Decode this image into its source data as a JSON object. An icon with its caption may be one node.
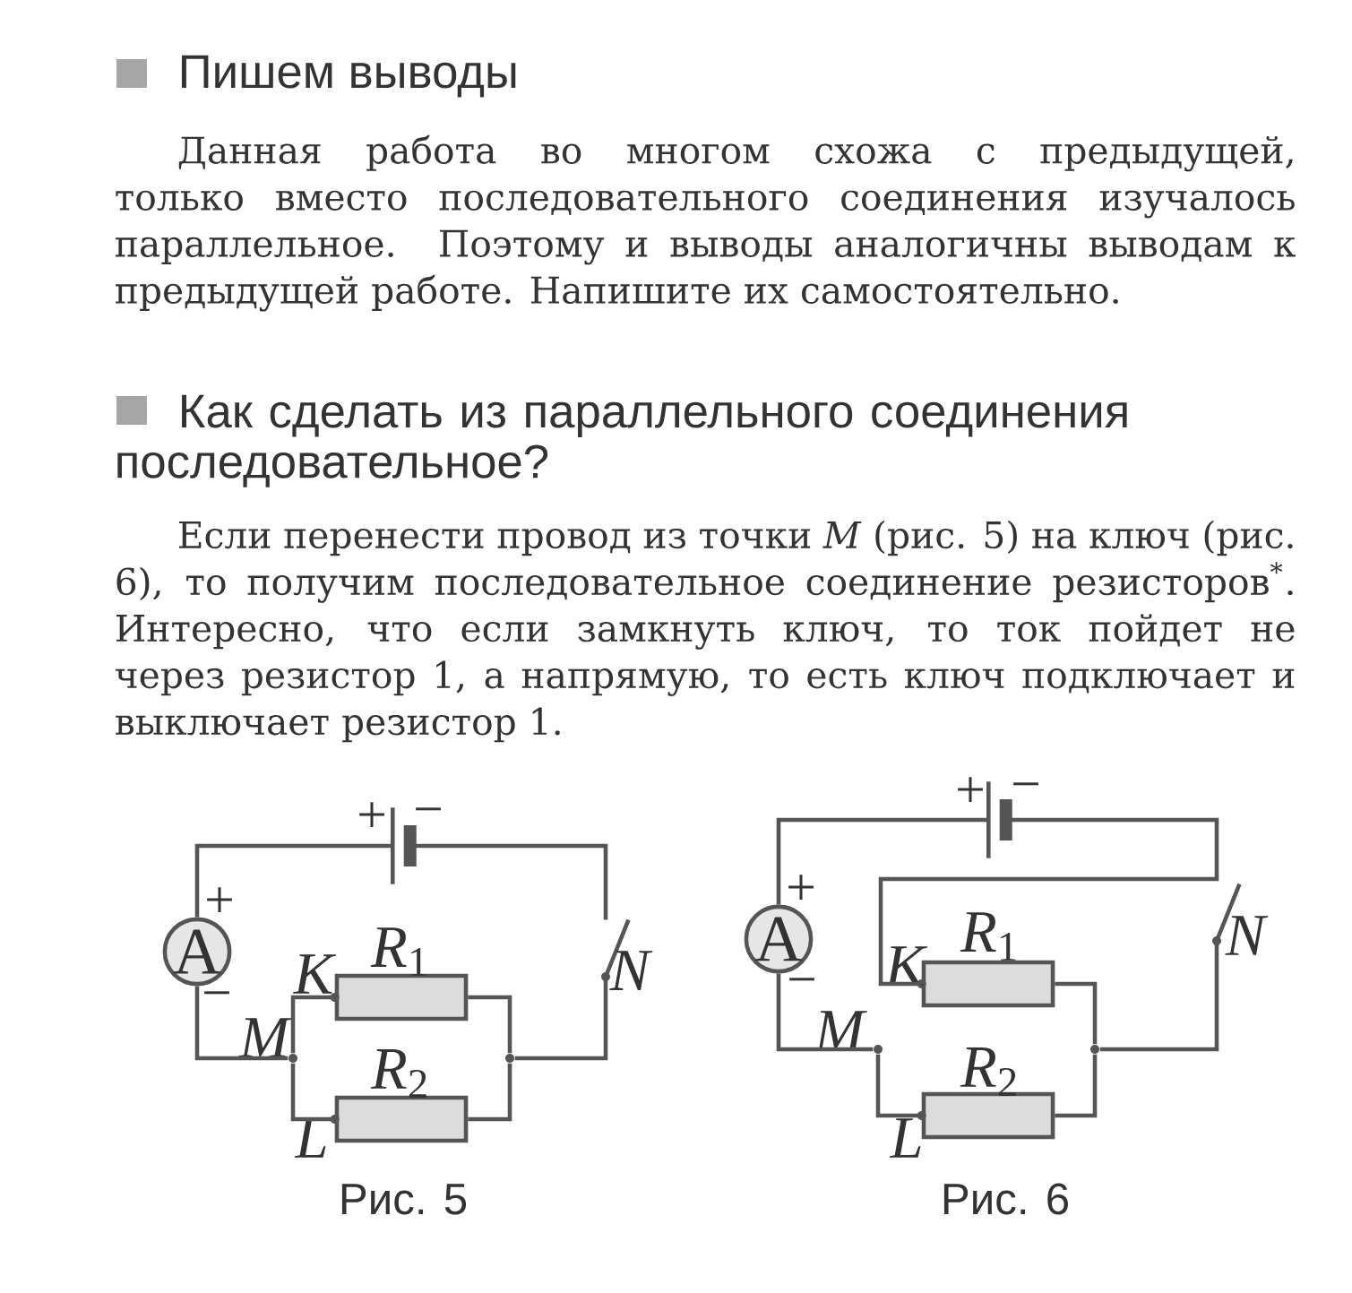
{
  "diagram": {
    "nodes": [
      {
        "text": [],
        "shape": "battery",
        "beside": [
          "+",
          "−"
        ]
      },
      {
        "text": [
          "A"
        ],
        "beside": [
          "+",
          "−"
        ]
      },
      {
        "text": [],
        "shape": "box",
        "beside": [
          "*R*$_{1}$",
          "K"
        ]
      },
      {
        "text": [],
        "shape": "switch",
        "beside": [
          "N"
        ]
      },
      {
        "text": [],
        "shape": "circle",
        "beside": [
          "M"
        ]
      },
      {
        "text": [],
        "shape": "circle"
      },
      {
        "text": [],
        "shape": "box",
        "beside": [
          "*R*$_{2}$",
          "L"
        ]
      },
      {
        "text": [],
        "shape": "battery",
        "beside": [
          "+",
          "−"
        ]
      },
      {
        "text": [
          "A"
        ],
        "beside": [
          "+",
          "−"
        ]
      },
      {
        "text": [],
        "shape": "box",
        "beside": [
          "*R*$_{1}$",
          "K"
        ]
      },
      {
        "text": [],
        "shape": "switch",
        "beside": [
          "N"
        ]
      },
      {
        "text": [],
        "shape": "circle",
        "beside": [
          "M"
        ]
      },
      {
        "text": [],
        "shape": "circle"
      },
      {
        "text": [],
        "shape": "box",
        "beside": [
          "*R*$_{2}$",
          "L"
        ]
      }
    ],
    "edges": [
      {
        "from": 0,
        "to": 1,
        "arrow": "none"
      },
      {
        "from": 1,
        "to": 4,
        "arrow": "none"
      },
      {
        "from": 4,
        "to": 2,
        "arrow": "none"
      },
      {
        "from": 4,
        "to": 6,
        "arrow": "none"
      },
      {
        "from": 2,
        "to": 5,
        "arrow": "none"
      },
      {
        "from": 6,
        "to": 5,
        "arrow": "none"
      },
      {
        "from": 5,
        "to": 3,
        "arrow": "none"
      },
      {
        "from": 3,
        "to": 0,
        "arrow": "none"
      },
      {
        "from": 7,
        "to": 8,
        "arrow": "none"
      },
      {
        "from": 8,
        "to": 11,
        "arrow": "none"
      },
      {
        "from": 11,
        "to": 13,
        "arrow": "none"
      },
      {
        "from": 9,
        "to": 12,
        "arrow": "none"
      },
      {
        "from": 13,
        "to": 12,
        "arrow": "none"
      },
      {
        "from": 12,
        "to": 10,
        "arrow": "none"
      },
      {
        "from": 7,
        "to": 9,
        "arrow": "none"
      }
    ],
    "labels": [
      "Пишем выводы",
      "Данная работа во многом схожа с предыдущей, только вместо последовательного соединения изучалось параллельное. Поэтому и выводы аналогичны выводам к предыдущей работе. Напишите их самостоятельно.",
      "Как сделать из параллельного соединения последовательное?",
      "Если перенести провод из точки *M* (рис. 5) на ключ (рис. 6), то получим последовательное соединение резисторов$^{*}$. Интересно, что если замкнуть ключ, то ток пойдет не через резистор 1, а напрямую, то есть ключ подключает и выключает резистор 1.",
      "Рис. 5",
      "Рис. 6"
    ]
  }
}
